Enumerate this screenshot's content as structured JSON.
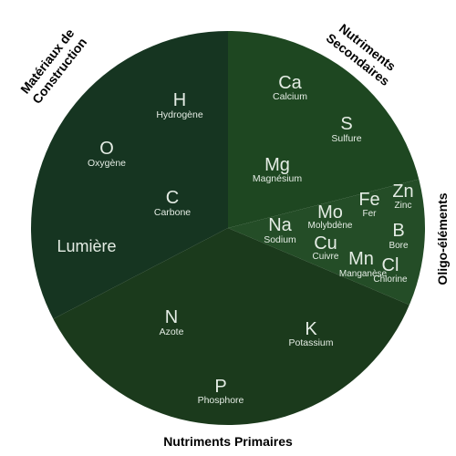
{
  "colors": {
    "construction": "#163521",
    "secondaires": "#1e4721",
    "oligo": "#244d27",
    "primaires": "#1b3a1c",
    "text": "#e4ece4",
    "label": "#000000"
  },
  "categories": {
    "construction": "Matériaux de Construction",
    "secondaires": "Nutriments Secondaires",
    "oligo": "Oligo-éléments",
    "primaires": "Nutriments Primaires"
  },
  "elements": [
    {
      "symbol": "H",
      "name": "Hydrogène"
    },
    {
      "symbol": "O",
      "name": "Oxygène"
    },
    {
      "symbol": "C",
      "name": "Carbone"
    },
    {
      "symbol": "Ca",
      "name": "Calcium"
    },
    {
      "symbol": "S",
      "name": "Sulfure"
    },
    {
      "symbol": "Mg",
      "name": "Magnésium"
    },
    {
      "symbol": "Mo",
      "name": "Molybdène"
    },
    {
      "symbol": "Fe",
      "name": "Fer"
    },
    {
      "symbol": "Zn",
      "name": "Zinc"
    },
    {
      "symbol": "Na",
      "name": "Sodium"
    },
    {
      "symbol": "Cu",
      "name": "Cuivre"
    },
    {
      "symbol": "B",
      "name": "Bore"
    },
    {
      "symbol": "Mn",
      "name": "Manganèse"
    },
    {
      "symbol": "Cl",
      "name": "Chlorine"
    },
    {
      "symbol": "N",
      "name": "Azote"
    },
    {
      "symbol": "K",
      "name": "Potassium"
    },
    {
      "symbol": "P",
      "name": "Phosphore"
    }
  ],
  "lumiere": "Lumière"
}
